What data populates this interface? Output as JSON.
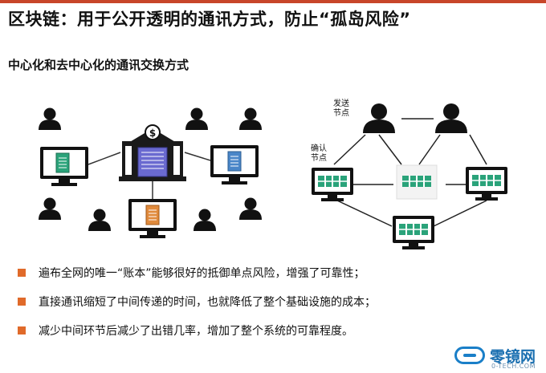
{
  "title": "区块链：用于公开透明的通讯方式，防止“孤岛风险”",
  "subtitle": "中心化和去中心化的通讯交换方式",
  "labels": {
    "send_node": [
      "发送",
      "节点"
    ],
    "confirm_node": [
      "确认",
      "节点"
    ]
  },
  "bullets": [
    "遍布全网的唯一“账本”能够很好的抵御单点风险，增强了可靠性；",
    "直接通讯缩短了中间传递的时间，也就降低了整个基础设施的成本；",
    "减少中间环节后减少了出错几率，增加了整个系统的可靠程度。"
  ],
  "logo": {
    "name_cn": "零镜网",
    "name_en": "0-TECH.COM"
  },
  "colors": {
    "accent_rule": "#c8462a",
    "bullet": "#e06a2a",
    "ledger_green": "#2aa37a",
    "ledger_blue": "#4a86c8",
    "ledger_orange": "#e08a3c",
    "bank_purple": "#6a6ad0",
    "logo_blue": "#1a7fc8"
  }
}
